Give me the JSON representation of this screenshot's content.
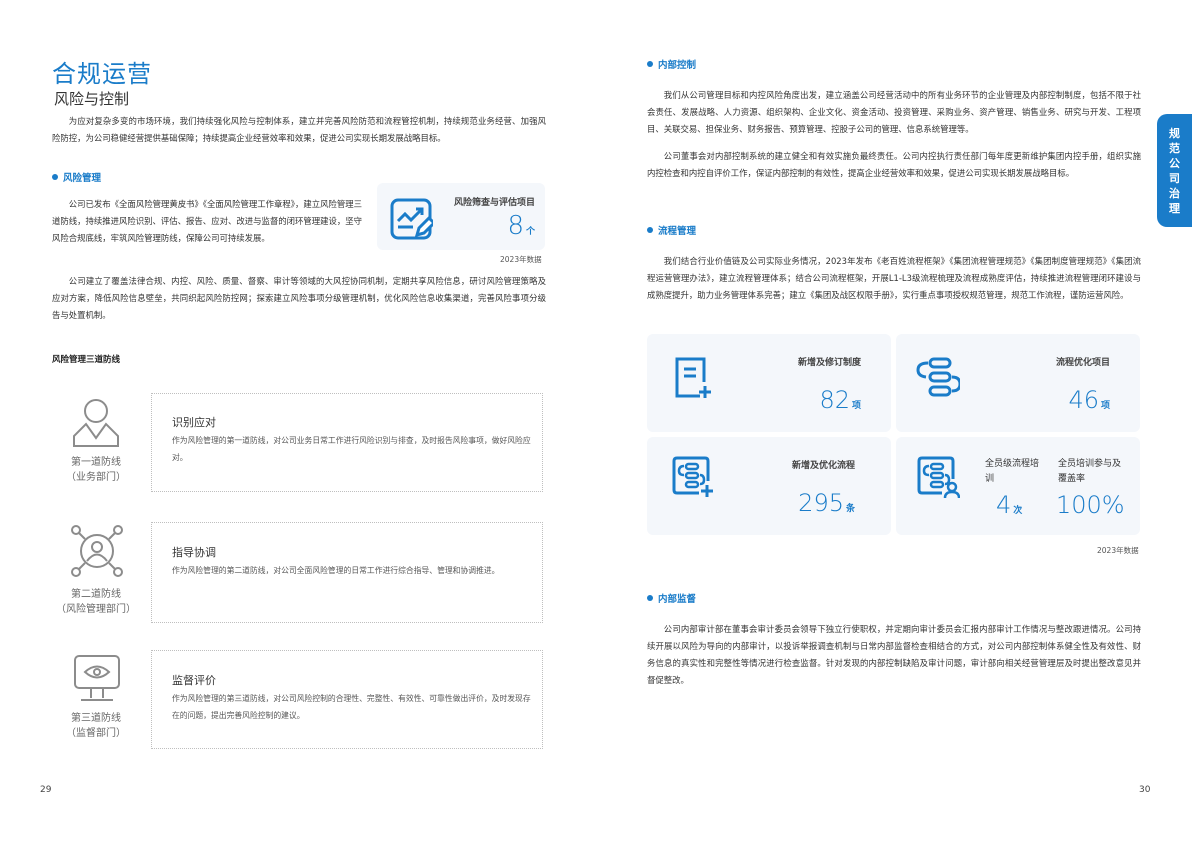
{
  "left_page": {
    "title": "合规运营",
    "subtitle": "风险与控制",
    "intro": "为应对复杂多变的市场环境，我们持续强化风险与控制体系，建立并完善风险防范和流程管控机制，持续规范业务经营、加强风险防控，为公司稳健经营提供基础保障；持续提高企业经营效率和效果，促进公司实现长期发展战略目标。",
    "risk_section": {
      "heading": "风险管理",
      "para1": "公司已发布《全面风险管理黄皮书》《全面风险管理工作章程》，建立风险管理三道防线，持续推进风险识别、评估、报告、应对、改进与监督的闭环管理建设，坚守风险合规底线，牢筑风险管理防线，保障公司可持续发展。",
      "para2": "公司建立了覆盖法律合规、内控、风险、质量、督察、审计等领域的大风控协同机制，定期共享风险信息，研讨风险管理策略及应对方案，降低风险信息壁垒，共同织起风险防控网；探索建立风险事项分级管理机制，优化风险信息收集渠道，完善风险事项分级告与处置机制。",
      "stat": {
        "label": "风险筛查与评估项目",
        "value": "8",
        "unit": "个",
        "icon": "chart-edit-icon"
      },
      "stat_note": "2023年数据"
    },
    "defense": {
      "heading": "风险管理三道防线",
      "lines": [
        {
          "icon": "person-icon",
          "name": "第一道防线",
          "dept": "（业务部门）",
          "title": "识别应对",
          "desc": "作为风险管理的第一道防线，对公司业务日常工作进行风险识别与排查，及时报告风险事项，做好风险应对。"
        },
        {
          "icon": "network-person-icon",
          "name": "第二道防线",
          "dept": "（风险管理部门）",
          "title": "指导协调",
          "desc": "作为风险管理的第二道防线，对公司全面风险管理的日常工作进行综合指导、管理和协调推进。"
        },
        {
          "icon": "monitor-eye-icon",
          "name": "第三道防线",
          "dept": "（监督部门）",
          "title": "监督评价",
          "desc": "作为风险管理的第三道防线，对公司风险控制的合理性、完整性、有效性、可靠性做出评价，及时发现存在的问题，提出完善风险控制的建议。"
        }
      ]
    },
    "page_number": "29"
  },
  "right_page": {
    "internal_control": {
      "heading": "内部控制",
      "para1": "我们从公司管理目标和内控风险角度出发，建立涵盖公司经营活动中的所有业务环节的企业管理及内部控制制度，包括不限于社会责任、发展战略、人力资源、组织架构、企业文化、资金活动、投资管理、采购业务、资产管理、销售业务、研究与开发、工程项目、关联交易、担保业务、财务报告、预算管理、控股子公司的管理、信息系统管理等。",
      "para2": "公司董事会对内部控制系统的建立健全和有效实施负最终责任。公司内控执行责任部门每年度更新维护集团内控手册，组织实施内控检查和内控自评价工作，保证内部控制的有效性，提高企业经营效率和效果，促进公司实现长期发展战略目标。"
    },
    "process": {
      "heading": "流程管理",
      "para": "我们结合行业价值链及公司实际业务情况，2023年发布《老百姓流程框架》《集团流程管理规范》《集团制度管理规范》《集团流程运营管理办法》，建立流程管理体系；结合公司流程框架，开展L1-L3级流程梳理及流程成熟度评估，持续推进流程管理闭环建设与成熟度提升，助力业务管理体系完善；建立《集团及战区权限手册》，实行重点事项授权规范管理，规范工作流程，谨防运营风险。",
      "stats": [
        {
          "icon": "document-add-icon",
          "label": "新增及修订制度",
          "value": "82",
          "unit": "项"
        },
        {
          "icon": "process-flow-icon",
          "label": "流程优化项目",
          "value": "46",
          "unit": "项"
        },
        {
          "icon": "process-add-icon",
          "label": "新增及优化流程",
          "value": "295",
          "unit": "条"
        }
      ],
      "training": {
        "icon": "process-person-icon",
        "label1": "全员级流程培训",
        "value1": "4",
        "unit1": "次",
        "label2": "全员培训参与及覆盖率",
        "value2": "100%"
      },
      "stat_note": "2023年数据"
    },
    "supervision": {
      "heading": "内部监督",
      "para": "公司内部审计部在董事会审计委员会领导下独立行使职权，并定期向审计委员会汇报内部审计工作情况与整改跟进情况。公司持续开展以风险为导向的内部审计，以投诉举报调查机制与日常内部监督检查相结合的方式，对公司内部控制体系健全性及有效性、财务信息的真实性和完整性等情况进行检查监督。针对发现的内部控制缺陷及审计问题，审计部向相关经营管理层及时提出整改意见并督促整改。"
    },
    "side_tab": "规范公司治理",
    "page_number": "30"
  },
  "colors": {
    "accent": "#1a7cc9",
    "card_bg": "#f4f7fb",
    "icon_gray": "#8c8c8c"
  }
}
